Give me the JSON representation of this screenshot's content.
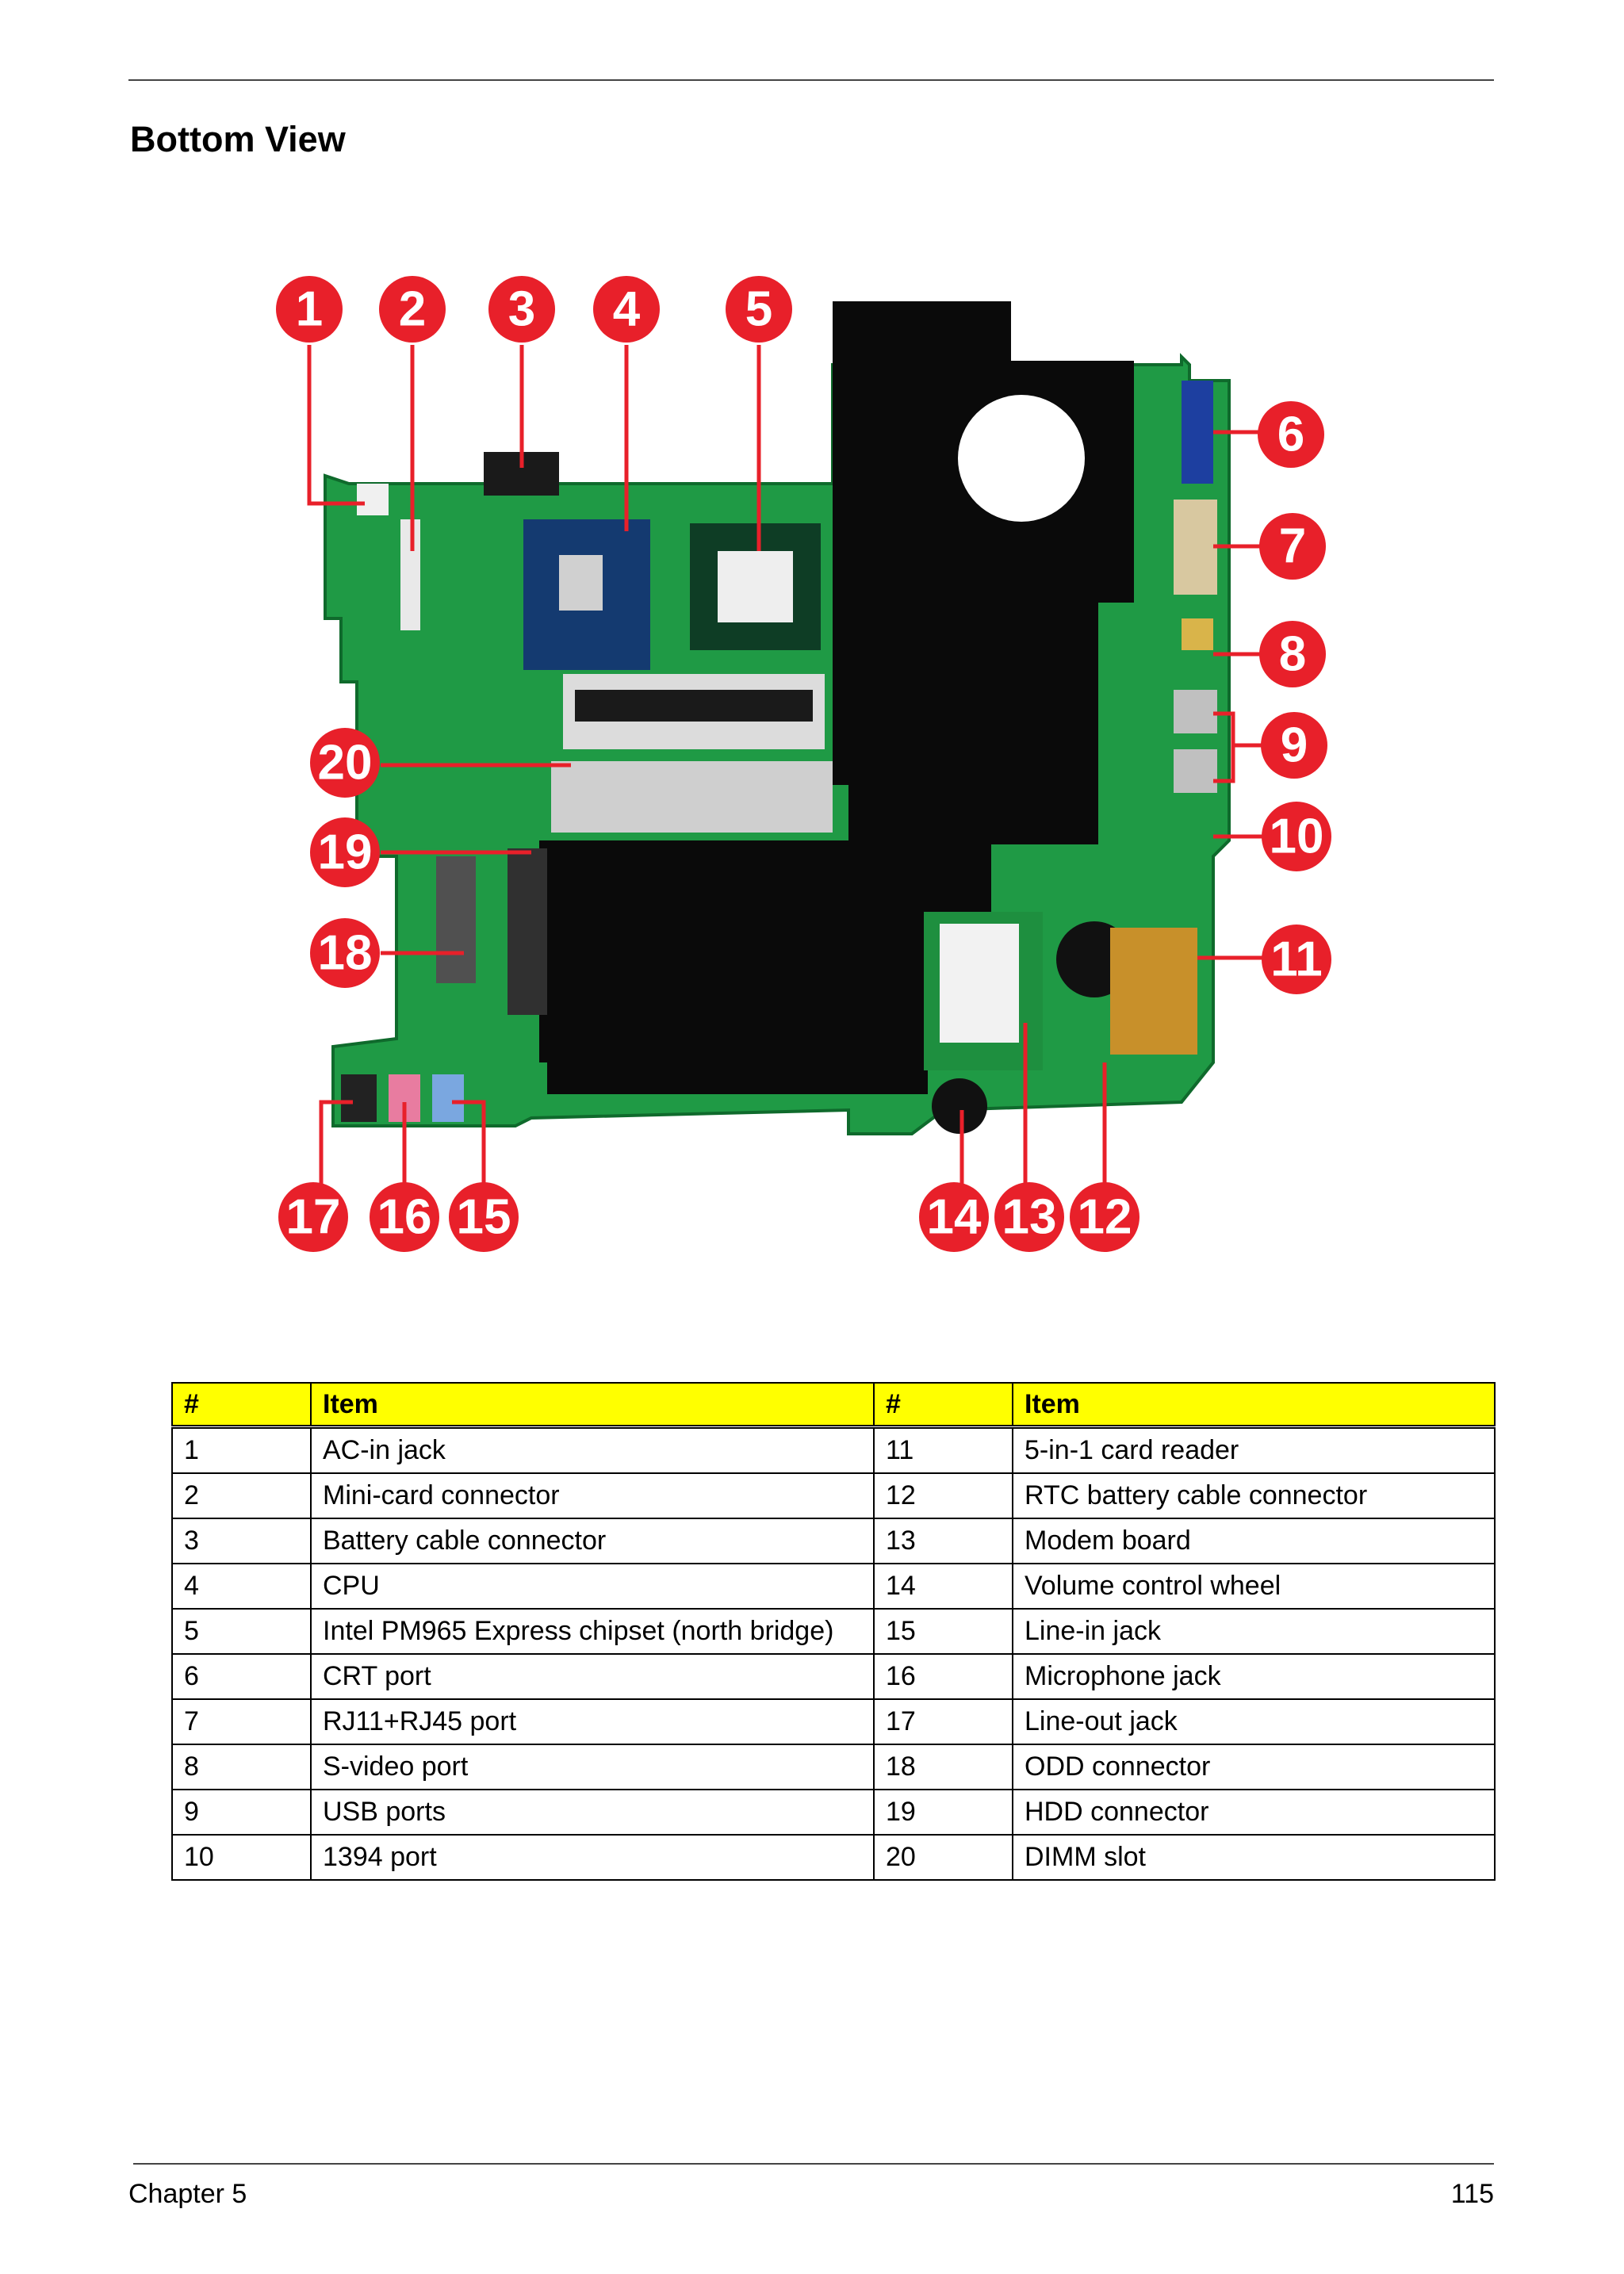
{
  "page": {
    "title": "Bottom View",
    "footer_left": "Chapter 5",
    "footer_right": "115"
  },
  "figure": {
    "callouts": [
      "1",
      "2",
      "3",
      "4",
      "5",
      "6",
      "7",
      "8",
      "9",
      "10",
      "11",
      "12",
      "13",
      "14",
      "15",
      "16",
      "17",
      "18",
      "19",
      "20"
    ]
  },
  "table": {
    "headers": [
      "#",
      "Item",
      "#",
      "Item"
    ],
    "rows": [
      [
        "1",
        "AC-in jack",
        "11",
        "5-in-1 card reader"
      ],
      [
        "2",
        "Mini-card connector",
        "12",
        "RTC battery cable connector"
      ],
      [
        "3",
        "Battery cable connector",
        "13",
        "Modem board"
      ],
      [
        "4",
        "CPU",
        "14",
        "Volume control wheel"
      ],
      [
        "5",
        "Intel PM965 Express chipset (north bridge)",
        "15",
        "Line-in jack"
      ],
      [
        "6",
        "CRT port",
        "16",
        "Microphone jack"
      ],
      [
        "7",
        "RJ11+RJ45 port",
        "17",
        "Line-out jack"
      ],
      [
        "8",
        "S-video port",
        "18",
        "ODD connector"
      ],
      [
        "9",
        "USB ports",
        "19",
        "HDD connector"
      ],
      [
        "10",
        "1394 port",
        "20",
        "DIMM slot"
      ]
    ]
  }
}
